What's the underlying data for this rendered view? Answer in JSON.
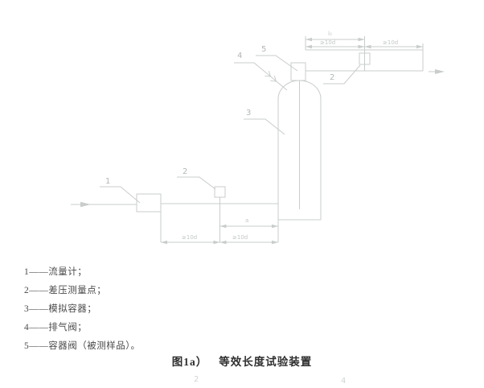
{
  "diagram": {
    "labels": {
      "flow_meter": "1",
      "dp_point_bottom": "2",
      "vessel": "3",
      "vent_valve": "4",
      "container_valve": "5",
      "dp_point_top": "2"
    },
    "dims": {
      "l0": "l₀",
      "ge10d_top_left": "≥10d",
      "ge10d_top_right": "≥10d",
      "a": "a",
      "ge10d_bottom_left": "≥10d",
      "ge10d_bottom_right": "≥10d"
    },
    "colors": {
      "line": "#c9cccc",
      "diagram_label": "#b3b7b7",
      "legend_text": "#4a4a4a",
      "caption_text": "#2f2f2f"
    }
  },
  "legend": {
    "items": [
      "1——流量计；",
      "2——差压测量点；",
      "3——模拟容器；",
      "4——排气阀；",
      "5——容器阀（被测样品）。"
    ]
  },
  "caption": {
    "prefix": "图1a）",
    "title": "等效长度试验装置"
  },
  "footer": {
    "page_left": "2",
    "page_right": "4"
  }
}
